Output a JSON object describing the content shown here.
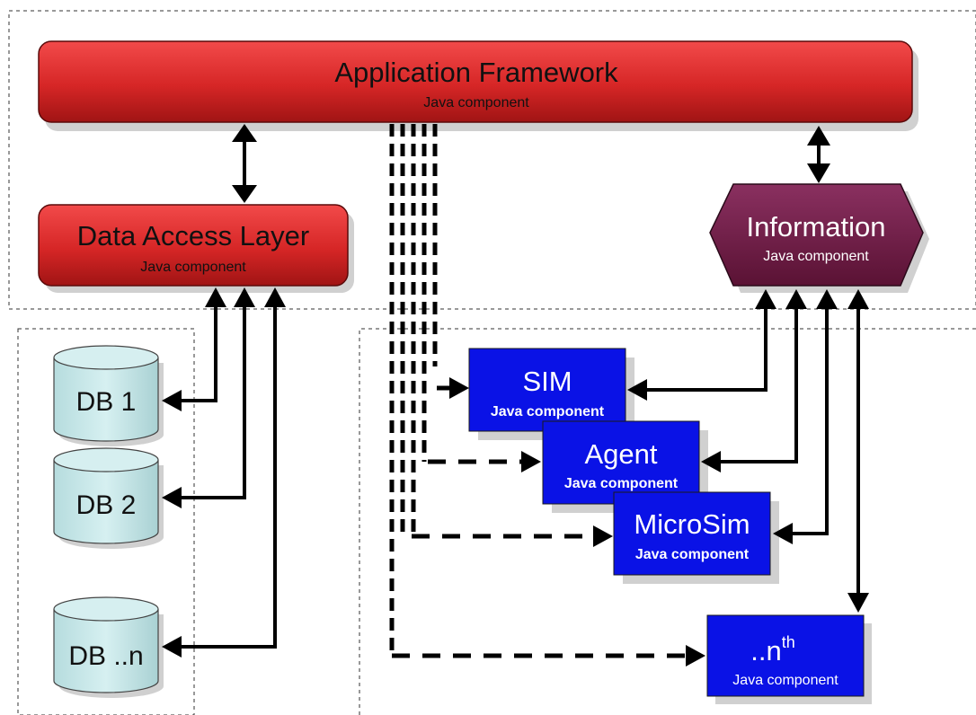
{
  "application_framework": {
    "title": "Application Framework",
    "subtitle": "Java component"
  },
  "data_access_layer": {
    "title": "Data Access Layer",
    "subtitle": "Java component"
  },
  "information": {
    "title": "Information",
    "subtitle": "Java component"
  },
  "databases": [
    {
      "label": "DB 1"
    },
    {
      "label": "DB 2"
    },
    {
      "label": "DB ..n"
    }
  ],
  "sim": {
    "title": "SIM",
    "subtitle": "Java component"
  },
  "agent": {
    "title": "Agent",
    "subtitle": "Java component"
  },
  "microsim": {
    "title": "MicroSim",
    "subtitle": "Java component"
  },
  "nth": {
    "title": "..n",
    "superscript": "th",
    "subtitle": "Java component"
  },
  "colors": {
    "red_component": "#e03030",
    "info_component": "#7a1f4c",
    "blue_component": "#0a12e6",
    "database": "#c9e9ea"
  }
}
